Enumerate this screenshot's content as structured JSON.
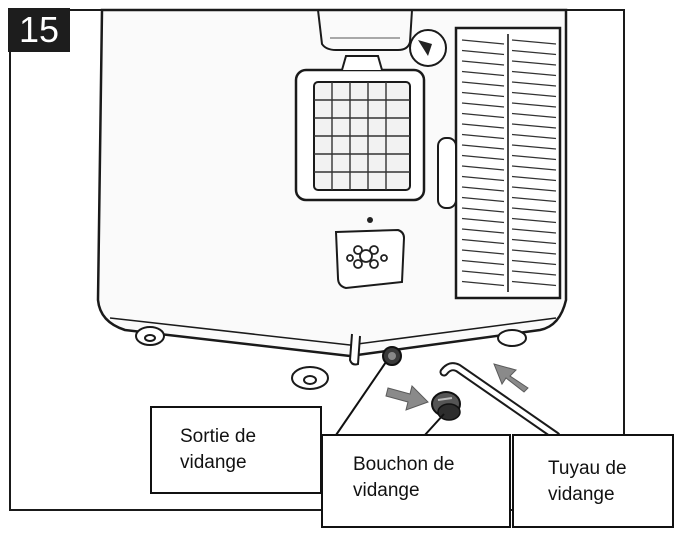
{
  "step_number": "15",
  "labels": {
    "drain_outlet": {
      "line1": "Sortie de",
      "line2": "vidange"
    },
    "drain_plug": {
      "line1": "Bouchon de",
      "line2": "vidange"
    },
    "drain_hose": {
      "line1": "Tuyau de",
      "line2": "vidange"
    }
  },
  "colors": {
    "ink": "#111111",
    "arrow": "#8a8a8a",
    "unit_body": "#fafafa"
  }
}
